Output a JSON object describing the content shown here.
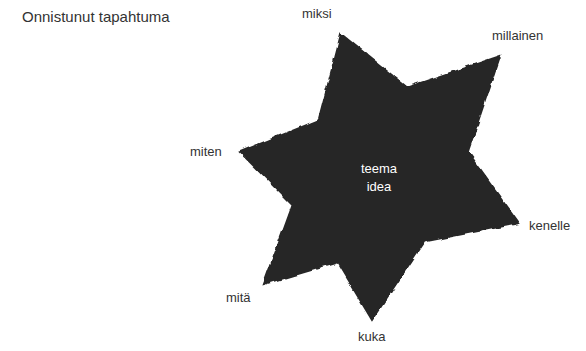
{
  "diagram": {
    "title": "Onnistunut tapahtuma",
    "nodes": [
      {
        "text": [
          "teema idea"
        ]
      }
    ],
    "labels": [
      "miksi",
      "millainen",
      "miten",
      "kenelle",
      "mitä",
      "kuka"
    ]
  }
}
